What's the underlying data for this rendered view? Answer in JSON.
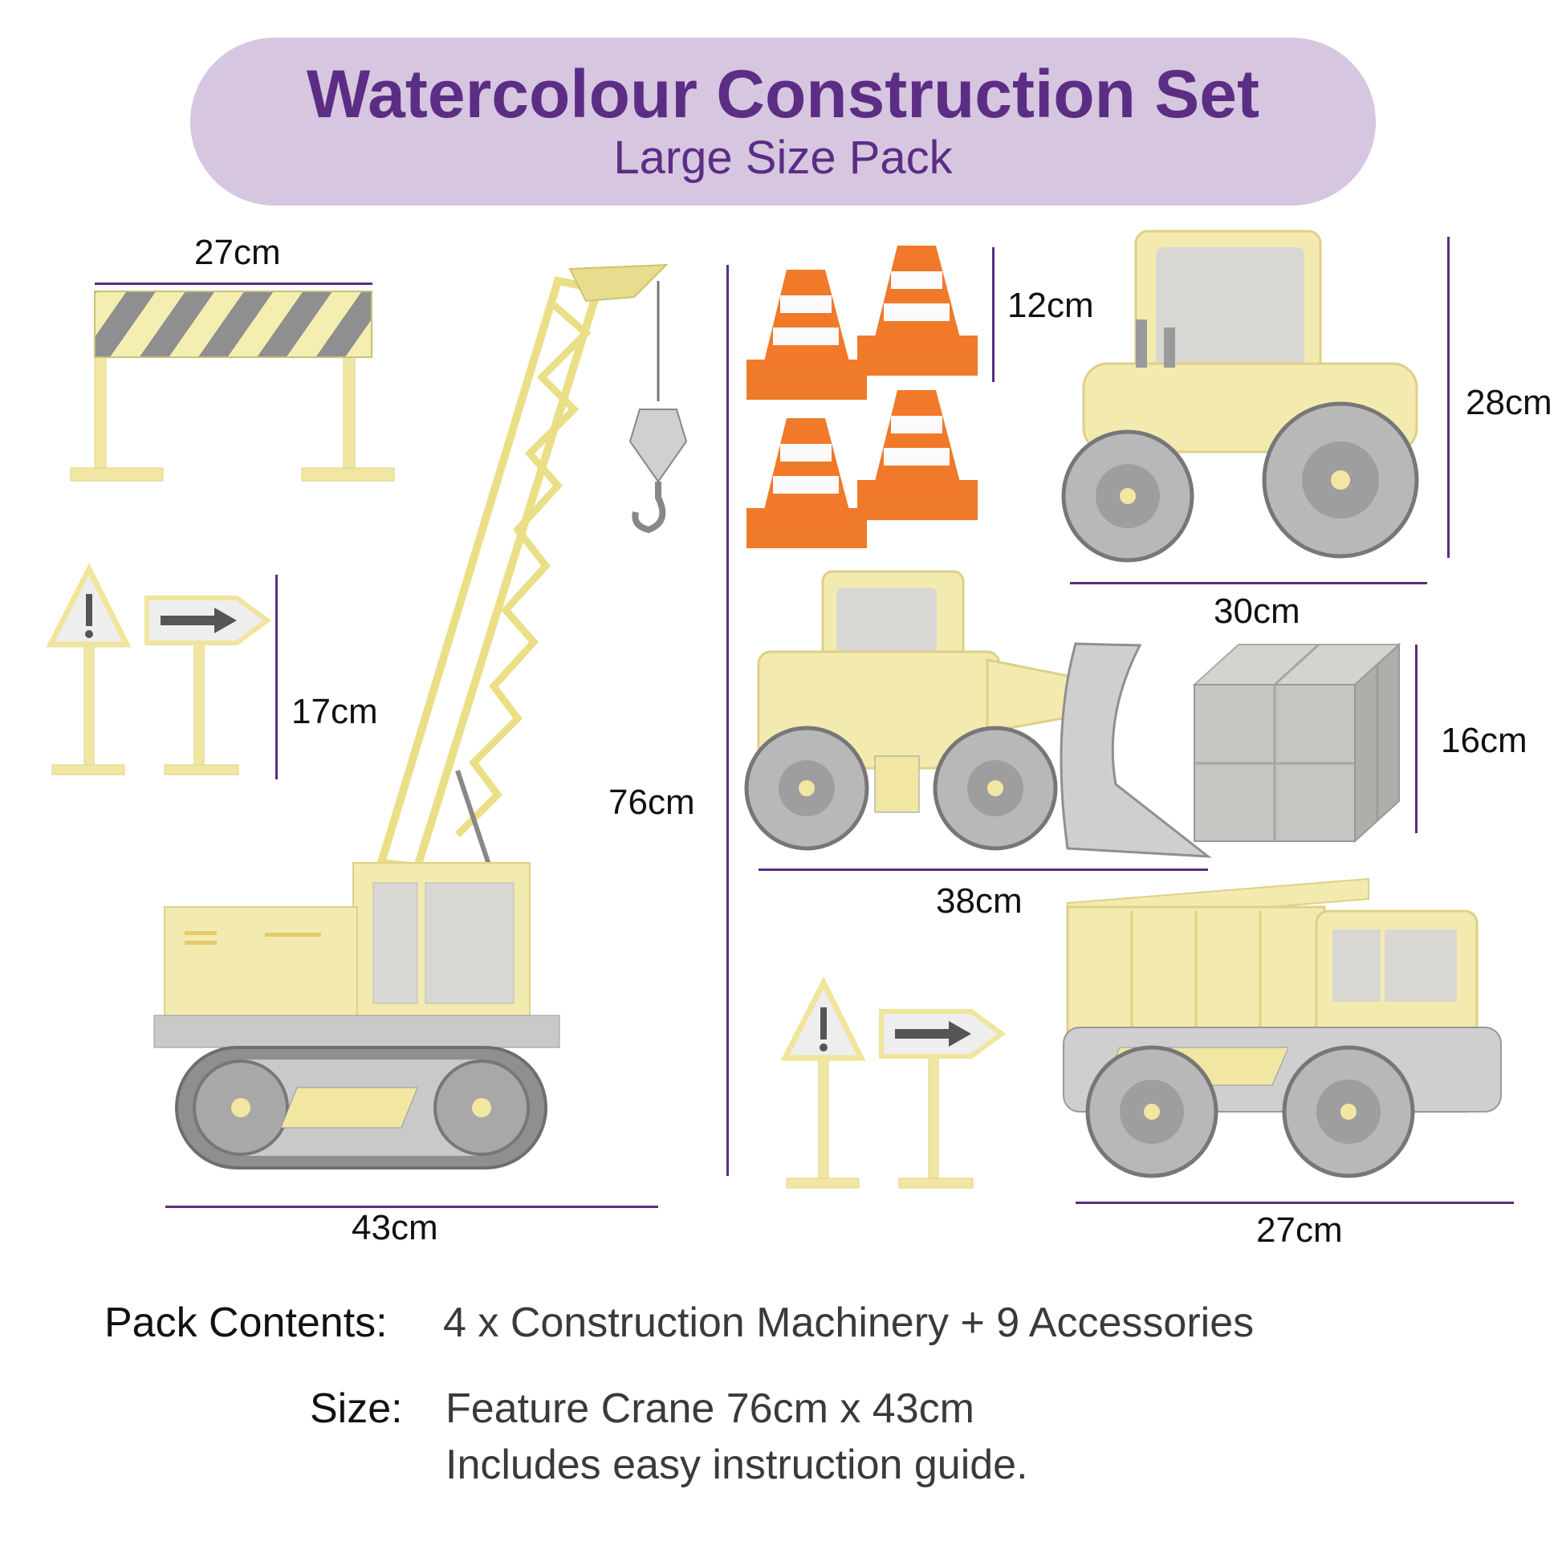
{
  "banner": {
    "title": "Watercolour Construction Set",
    "subtitle": "Large Size Pack"
  },
  "dimensions": {
    "barrier_width": "27cm",
    "signs_height": "17cm",
    "crane_height": "76cm",
    "crane_width": "43cm",
    "cones_height": "12cm",
    "tractor_height": "28cm",
    "tractor_width": "30cm",
    "blocks_height": "16cm",
    "loader_width": "38cm",
    "dump_truck_width": "27cm"
  },
  "info": {
    "pack_contents_label": "Pack Contents:",
    "pack_contents_value": "4 x Construction Machinery +  9 Accessories",
    "size_label": "Size:",
    "size_value": "Feature Crane 76cm x 43cm",
    "guide_text": "Includes easy instruction guide."
  },
  "colors": {
    "banner_bg": "#d6c6e0",
    "title_text": "#5c2d84",
    "dimension_line": "#5a2d82",
    "vehicle_yellow": "#f2eaa0",
    "wheel_grey": "#9a9a9a",
    "cone_orange": "#f07a2a"
  },
  "icons": [
    "barrier-icon",
    "warning-sign-icon",
    "arrow-sign-icon",
    "crane-icon",
    "traffic-cone-icon",
    "tractor-icon",
    "wheel-loader-icon",
    "concrete-blocks-icon",
    "dump-truck-icon"
  ]
}
